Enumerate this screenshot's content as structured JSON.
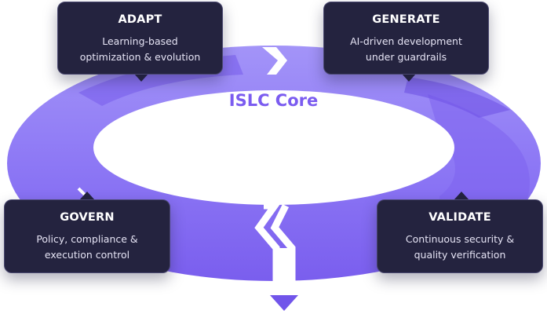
{
  "core": {
    "label": "ISLC Core"
  },
  "stages": {
    "adapt": {
      "title": "ADAPT",
      "desc_line1": "Learning-based",
      "desc_line2": "optimization & evolution"
    },
    "generate": {
      "title": "GENERATE",
      "desc_line1": "AI-driven development",
      "desc_line2": "under guardrails"
    },
    "govern": {
      "title": "GOVERN",
      "desc_line1": "Policy, compliance &",
      "desc_line2": "execution control"
    },
    "validate": {
      "title": "VALIDATE",
      "desc_line1": "Continuous security &",
      "desc_line2": "quality verification"
    }
  },
  "colors": {
    "ring_light": "#9b8cf7",
    "ring_mid": "#8a73f4",
    "ring_dark": "#7155ea",
    "card_bg": "#24233f",
    "core_text": "#7b5cf0"
  }
}
